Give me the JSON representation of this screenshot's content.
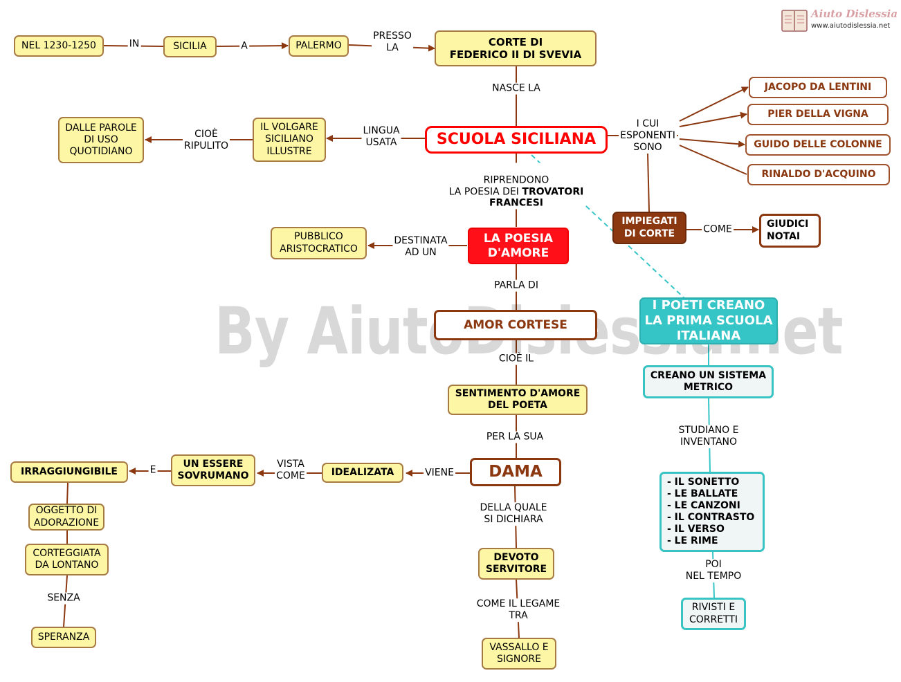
{
  "logo": {
    "brand": "Aiuto Dislessia",
    "url": "www.aiutodislessia.net"
  },
  "watermark": "By AiutoDislessia.net",
  "nodes": {
    "nel1230": "NEL 1230-1250",
    "sicilia": "SICILIA",
    "palermo": "PALERMO",
    "corte": "CORTE DI\nFEDERICO II DI SVEVIA",
    "scuola": "SCUOLA SICILIANA",
    "volgare": "IL VOLGARE\nSICILIANO\nILLUSTRE",
    "parole": "DALLE PAROLE\nDI USO\nQUOTIDIANO",
    "jacopo": "JACOPO DA LENTINI",
    "pier": "PIER DELLA VIGNA",
    "guido": "GUIDO DELLE COLONNE",
    "rinaldo": "RINALDO D'ACQUINO",
    "impiegati": "IMPIEGATI\nDI CORTE",
    "giudici": "GIUDICI\nNOTAI",
    "poesia": "LA POESIA\nD'AMORE",
    "pubblico": "PUBBLICO\nARISTOCRATICO",
    "amor": "AMOR CORTESE",
    "sentimento": "SENTIMENTO D'AMORE\nDEL POETA",
    "dama": "DAMA",
    "idealizata": "IDEALIZATA",
    "essere": "UN ESSERE\nSOVRUMANO",
    "irragg": "IRRAGGIUNGIBILE",
    "oggetto": "OGGETTO DI\nADORAZIONE",
    "corteggiata": "CORTEGGIATA\nDA LONTANO",
    "speranza": "SPERANZA",
    "devoto": "DEVOTO\nSERVITORE",
    "vassallo": "VASSALLO E\nSIGNORE",
    "poeti": "I POETI CREANO\nLA PRIMA SCUOLA\nITALIANA",
    "sistema": "CREANO UN SISTEMA\nMETRICO",
    "elenco": "- IL SONETTO\n- LE BALLATE\n- LE CANZONI\n- IL CONTRASTO\n- IL VERSO\n- LE RIME",
    "rivisti": "RIVISTI E\nCORRETTI"
  },
  "labels": {
    "in": "IN",
    "a": "A",
    "presso": "PRESSO\nLA",
    "nasce": "NASCE LA",
    "lingua": "LINGUA\nUSATA",
    "cioe": "CIOÈ\nRIPULITO",
    "icui": "I CUI\nESPONENTI\nSONO",
    "come_corte": "COME",
    "riprendono_a": "RIPRENDONO\nLA POESIA DEI",
    "riprendono_b": "TROVATORI\nFRANCESI",
    "destinata": "DESTINATA\nAD UN",
    "parla": "PARLA DI",
    "cioeil": "CIOÈ IL",
    "perlasua": "PER LA SUA",
    "viene": "VIENE",
    "vista": "VISTA\nCOME",
    "e": "E",
    "senza": "SENZA",
    "dellaquale": "DELLA QUALE\nSI DICHIARA",
    "comeillegame": "COME IL LEGAME\nTRA",
    "studiano": "STUDIANO E\nINVENTANO",
    "poi": "POI\nNEL TEMPO"
  },
  "colors": {
    "connector": "#8b3810",
    "teal": "#36c5c6",
    "red": "#ff0000",
    "yellow": "#fdf7a5"
  }
}
